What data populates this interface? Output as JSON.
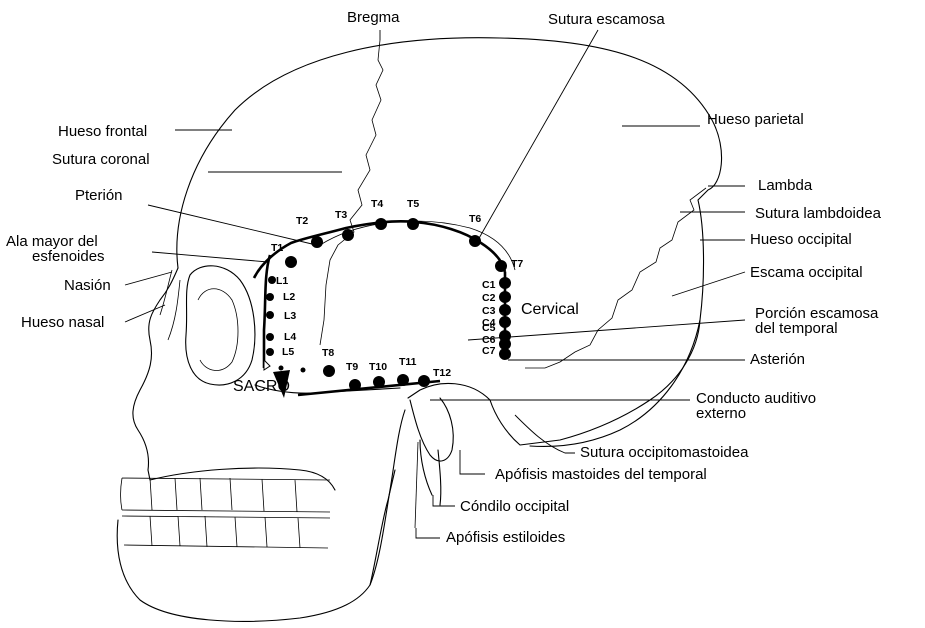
{
  "diagram": {
    "labels": {
      "bregma": "Bregma",
      "sutura_escamosa": "Sutura escamosa",
      "hueso_frontal": "Hueso frontal",
      "hueso_parietal": "Hueso parietal",
      "sutura_coronal": "Sutura coronal",
      "lambda": "Lambda",
      "pterion": "Pterión",
      "sutura_lambdoidea": "Sutura lambdoidea",
      "ala_mayor_line1": "Ala mayor del",
      "ala_mayor_line2": "esfenoides",
      "hueso_occipital": "Hueso occipital",
      "nasion": "Nasión",
      "escama_occipital": "Escama occipital",
      "hueso_nasal": "Hueso nasal",
      "porcion_line1": "Porción escamosa",
      "porcion_line2": "del temporal",
      "asterion": "Asterión",
      "conducto_line1": "Conducto auditivo",
      "conducto_line2": "externo",
      "sutura_occipitomastoidea": "Sutura occipitomastoidea",
      "apofisis_mastoides": "Apófisis mastoides del temporal",
      "condilo_occipital": "Cóndilo occipital",
      "apofisis_estiloides": "Apófisis estiloides"
    },
    "regions": {
      "cervical": "Cervical",
      "sacro": "SACRO"
    },
    "vertebrae": {
      "thoracic": [
        "T1",
        "T2",
        "T3",
        "T4",
        "T5",
        "T6",
        "T7",
        "T8",
        "T9",
        "T10",
        "T11",
        "T12"
      ],
      "lumbar": [
        "L1",
        "L2",
        "L3",
        "L4",
        "L5"
      ],
      "cervical": [
        "C1",
        "C2",
        "C3",
        "C4",
        "C5",
        "C6",
        "C7"
      ]
    }
  }
}
